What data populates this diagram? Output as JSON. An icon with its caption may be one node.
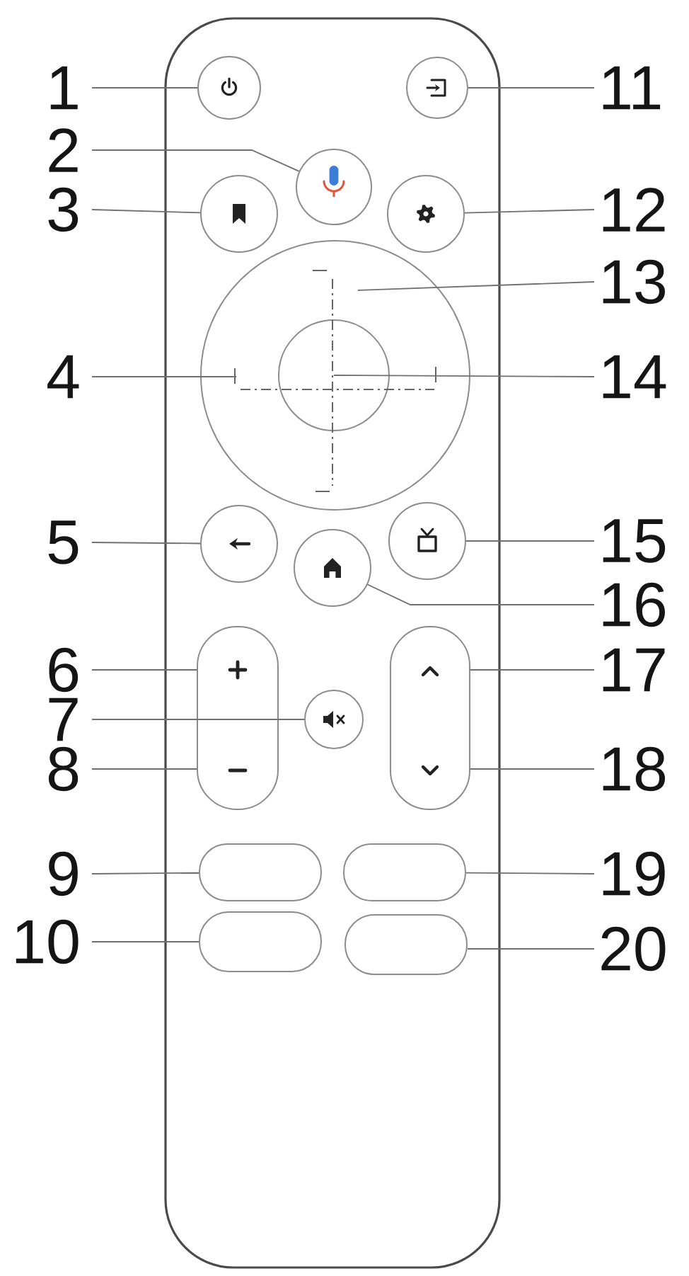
{
  "diagram": {
    "nodes": [
      {
        "text": [
          "1"
        ]
      },
      {
        "text": [
          "2"
        ]
      },
      {
        "text": [
          "3"
        ]
      },
      {
        "text": [
          "4"
        ]
      },
      {
        "text": [
          "5"
        ]
      },
      {
        "text": [
          "6"
        ]
      },
      {
        "text": [
          "7"
        ]
      },
      {
        "text": [
          "8"
        ]
      },
      {
        "text": [
          "9"
        ]
      },
      {
        "text": [
          "10"
        ]
      },
      {
        "text": [
          "11"
        ]
      },
      {
        "text": [
          "12"
        ]
      },
      {
        "text": [
          "13"
        ]
      },
      {
        "text": [
          "14"
        ]
      },
      {
        "text": [
          "15"
        ]
      },
      {
        "text": [
          "16"
        ]
      },
      {
        "text": [
          "17"
        ]
      },
      {
        "text": [
          "18"
        ]
      },
      {
        "text": [
          "19"
        ]
      },
      {
        "text": [
          "20"
        ]
      },
      {
        "text": [],
        "shape": "circle"
      },
      {
        "text": [],
        "shape": "circle"
      },
      {
        "text": [],
        "shape": "circle"
      },
      {
        "text": [],
        "shape": "circle"
      },
      {
        "text": [],
        "shape": "circle",
        "in": 23
      },
      {
        "text": [],
        "shape": "circle"
      },
      {
        "text": [],
        "shape": "box"
      },
      {
        "text": [],
        "shape": "circle"
      },
      {
        "text": [],
        "shape": "box"
      },
      {
        "text": [],
        "shape": "box"
      },
      {
        "text": [],
        "shape": "circle"
      },
      {
        "text": [],
        "shape": "circle"
      },
      {
        "text": [],
        "shape": "circle"
      },
      {
        "text": [],
        "shape": "circle"
      },
      {
        "text": [],
        "shape": "box"
      },
      {
        "text": [],
        "shape": "box"
      },
      {
        "text": [],
        "shape": "box"
      }
    ],
    "edges": [
      {
        "from": 0,
        "to": 20,
        "arrow": "none"
      },
      {
        "from": 1,
        "to": 21,
        "arrow": "none"
      },
      {
        "from": 2,
        "to": 22,
        "arrow": "none"
      },
      {
        "from": 3,
        "to": 23,
        "arrow": "none"
      },
      {
        "from": 4,
        "to": 25,
        "arrow": "none"
      },
      {
        "from": 5,
        "to": 26,
        "arrow": "none"
      },
      {
        "from": 6,
        "to": 27,
        "arrow": "none"
      },
      {
        "from": 7,
        "to": 26,
        "arrow": "none"
      },
      {
        "from": 8,
        "to": 28,
        "arrow": "none"
      },
      {
        "from": 9,
        "to": 29,
        "arrow": "none"
      },
      {
        "from": 10,
        "to": 30,
        "arrow": "none"
      },
      {
        "from": 11,
        "to": 31,
        "arrow": "none"
      },
      {
        "from": 12,
        "to": 23,
        "arrow": "none"
      },
      {
        "from": 13,
        "to": 24,
        "arrow": "none"
      },
      {
        "from": 14,
        "to": 32,
        "arrow": "none"
      },
      {
        "from": 15,
        "to": 33,
        "arrow": "none"
      },
      {
        "from": 16,
        "to": 34,
        "arrow": "none"
      },
      {
        "from": 17,
        "to": 34,
        "arrow": "none"
      },
      {
        "from": 18,
        "to": 35,
        "arrow": "none"
      },
      {
        "from": 19,
        "to": 36,
        "arrow": "none"
      }
    ]
  }
}
